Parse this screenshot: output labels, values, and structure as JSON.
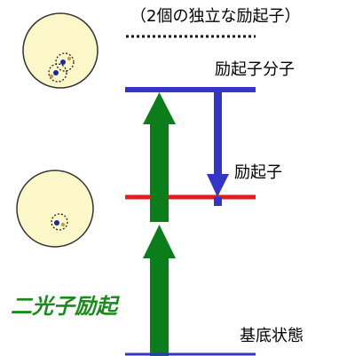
{
  "labels": {
    "independent_excitons": "（2個の独立な励起子）",
    "exciton_molecule": "励起子分子",
    "exciton": "励起子",
    "two_photon_excitation": "二光子励起",
    "ground_state": "基底状態"
  },
  "colors": {
    "green_arrow": "#0b7d1b",
    "blue_arrow": "#3434c8",
    "red_level": "#e01e1e",
    "blue_level": "#3434c8",
    "circle_fill": "#fbf7c8",
    "circle_stroke": "#333333",
    "dot_fill": "#1a2a9a",
    "dot_small": "#b8a050",
    "excitation_text": "#1d8a1d"
  },
  "icons": {
    "top_circle": "exciton-pair-circle-icon",
    "middle_circle": "single-exciton-circle-icon"
  }
}
